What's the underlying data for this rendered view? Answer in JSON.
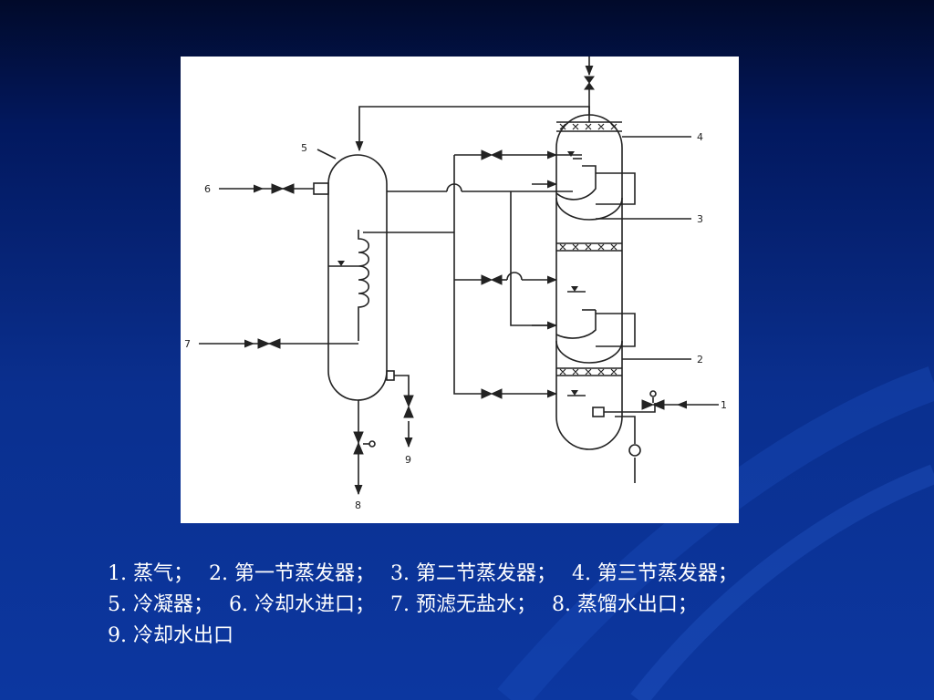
{
  "diagram": {
    "labels": {
      "n1": "1",
      "n2": "2",
      "n3": "3",
      "n4": "4",
      "n5": "5",
      "n6": "6",
      "n7": "7",
      "n8": "8",
      "n9": "9"
    }
  },
  "caption": {
    "items": [
      "1. 蒸气；",
      "2. 第一节蒸发器；",
      "3. 第二节蒸发器；",
      "4. 第三节蒸发器；",
      "5. 冷凝器；",
      "6. 冷却水进口；",
      "7. 预滤无盐水；",
      "8. 蒸馏水出口；",
      "9. 冷却水出口"
    ]
  },
  "colors": {
    "background_top": "#010a2a",
    "background_bottom": "#0c37a0",
    "figure_bg": "#ffffff",
    "line": "#222222",
    "caption_text": "#ffffff"
  }
}
